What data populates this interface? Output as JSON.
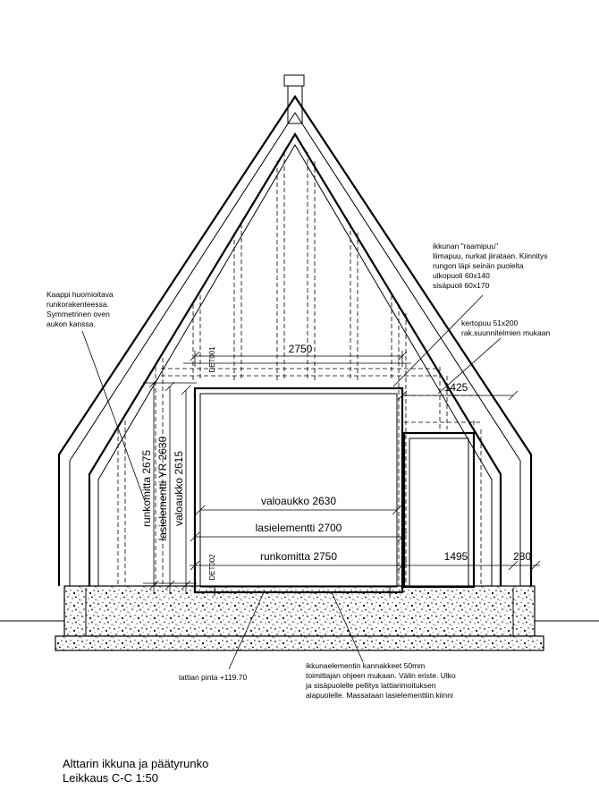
{
  "dimensions": {
    "top_width": "2750",
    "right_offset": "1425",
    "valoaukko_horizontal": "valoaukko 2630",
    "lasielementti_horizontal": "lasielementti 2700",
    "runkomitta_horizontal": "runkomitta 2750",
    "right_span": "1495",
    "right_small": "280",
    "runkomitta_vertical": "runkomitta 2675",
    "lasielementti_vertical": "lasielementti YR 2630",
    "valoaukko_vertical": "valoaukko 2615"
  },
  "detail_refs": {
    "upper": "DET001",
    "lower": "DET002"
  },
  "notes": {
    "kaappi": [
      "Kaappi huomioitava",
      "runkorakenteessa.",
      "Symmetrinen oven",
      "aukon kanssa."
    ],
    "raamipuu": [
      "ikkunan \"raamipuu\"",
      "liimapuu, nurkat jiirataan. Kiinnitys",
      "rungon läpi seinän puolelta",
      "ulkopuoli 60x140",
      "sisäpuoli 60x170"
    ],
    "kertopuu": [
      "kertopuu 51x200",
      "rak.suunnitelmien mukaan"
    ],
    "kannakkeet": [
      "ikkunaelementin kannakkeet 50mm",
      "toimittajan ohjeen mukaan. Välin eriste. Ulko",
      "ja sisäpuolelle pellitys lattiarimoituksen",
      "alapuolelle. Massataan lasielementtiin kiinni"
    ],
    "lattia": "lattian pinta +119.70"
  },
  "caption": {
    "line1": "Alttarin ikkuna ja päätyrunko",
    "line2": "Leikkaus C-C 1:50"
  }
}
